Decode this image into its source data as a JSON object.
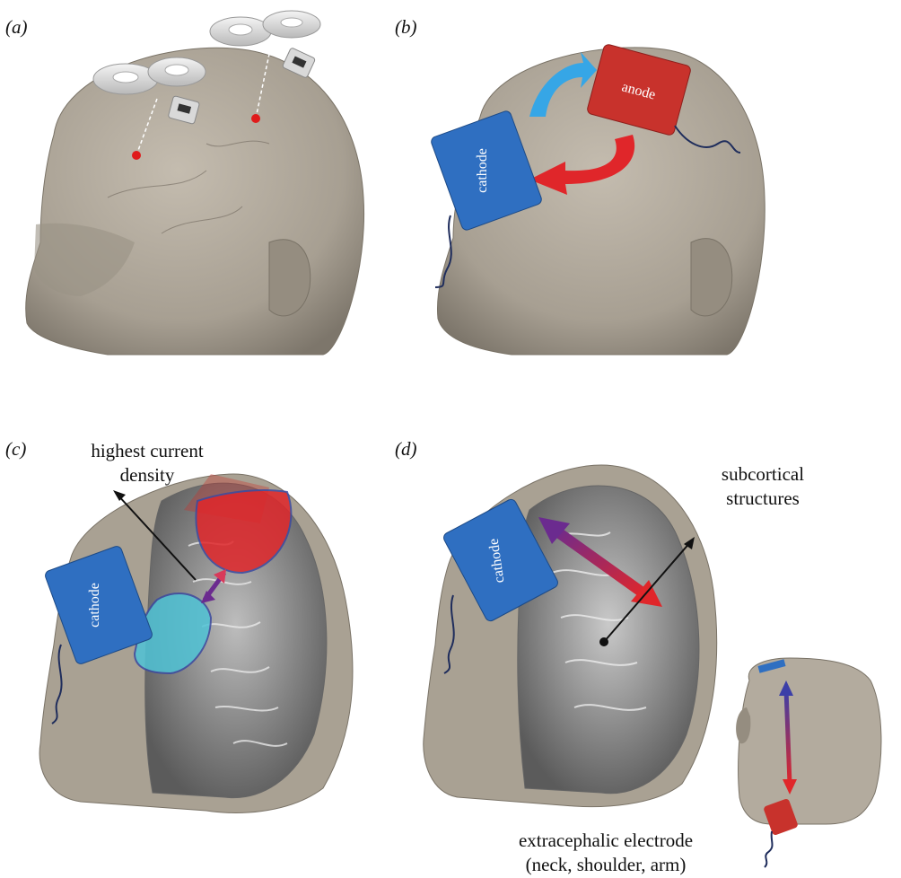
{
  "panels": {
    "a": {
      "label": "(a)"
    },
    "b": {
      "label": "(b)",
      "anode": "anode",
      "cathode": "cathode"
    },
    "c": {
      "label": "(c)",
      "annotation_line1": "highest current",
      "annotation_line2": "density",
      "cathode": "cathode"
    },
    "d": {
      "label": "(d)",
      "annotation_line1": "subcortical",
      "annotation_line2": "structures",
      "cathode": "cathode",
      "extra_line1": "extracephalic electrode",
      "extra_line2": "(neck, shoulder, arm)"
    }
  },
  "colors": {
    "skin": "#b3ab9e",
    "skin_dark": "#8d857a",
    "anode": "#c8322c",
    "cathode": "#2f6fc1",
    "arrow_blue": "#36a6e6",
    "arrow_red": "#e0262a",
    "cyan_region": "#4fc3d6",
    "purple": "#6b2b8f"
  }
}
